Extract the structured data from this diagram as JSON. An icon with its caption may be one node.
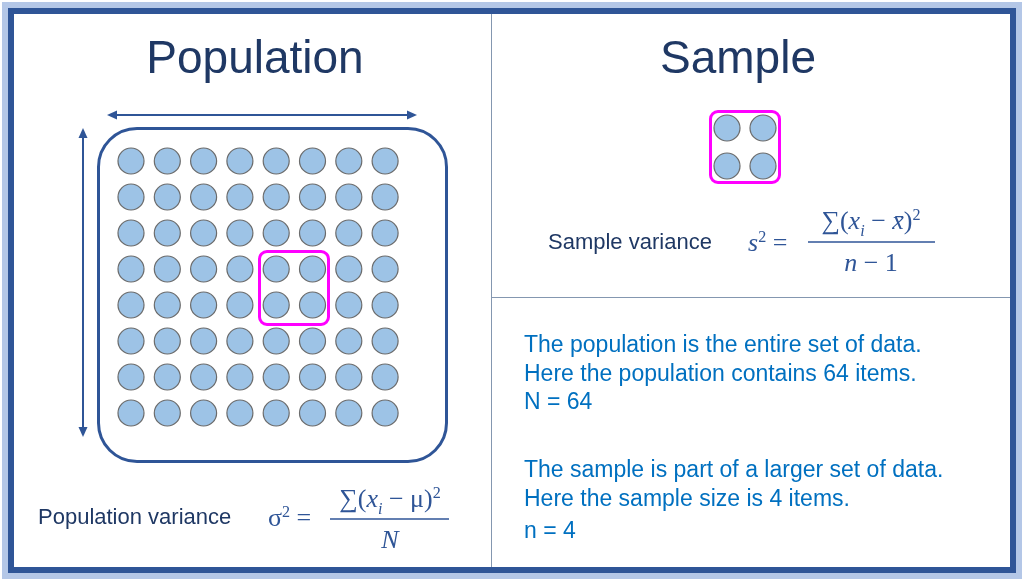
{
  "diagram": {
    "nodes": [
      {
        "text": [
          "Population"
        ]
      },
      {
        "text": [],
        "shape": "box",
        "in": 0
      },
      {
        "text": [],
        "shape": "box",
        "in": 1
      },
      {
        "text": [
          "Sample"
        ]
      },
      {
        "text": [],
        "shape": "box",
        "in": 3
      },
      {
        "text": [
          "The population is the entire set of data.",
          "Here the population contains 64 items.",
          "N = 64",
          "The sample is part of a larger set of data.",
          "Here the sample size is 4 items.",
          "n = 4"
        ]
      }
    ],
    "labels": [
      "Population variance",
      "σ$^{2}$ =",
      "∑(*x*$_{i}$ − μ)$^{2}$",
      "N",
      "Sample variance",
      "*s*$^{2}$ =",
      "∑(*x*$_{i}$ − *x̄*)$^{2}$",
      "*n* − 1"
    ]
  }
}
